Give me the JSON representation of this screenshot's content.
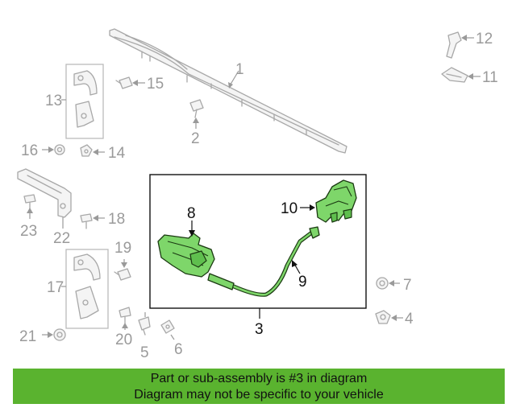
{
  "diagram": {
    "callouts": {
      "c1": "1",
      "c2": "2",
      "c3": "3",
      "c4": "4",
      "c5": "5",
      "c6": "6",
      "c7": "7",
      "c8": "8",
      "c9": "9",
      "c10": "10",
      "c11": "11",
      "c12": "12",
      "c13": "13",
      "c14": "14",
      "c15": "15",
      "c16": "16",
      "c17": "17",
      "c18": "18",
      "c19": "19",
      "c20": "20",
      "c21": "21",
      "c22": "22",
      "c23": "23"
    },
    "highlight_color": "#7ed66a",
    "ghost_color": "#a8a8a8"
  },
  "banner": {
    "line1": "Part or sub-assembly is #3 in diagram",
    "line2": "Diagram may not be specific to your vehicle",
    "color": "#5ab32f"
  }
}
